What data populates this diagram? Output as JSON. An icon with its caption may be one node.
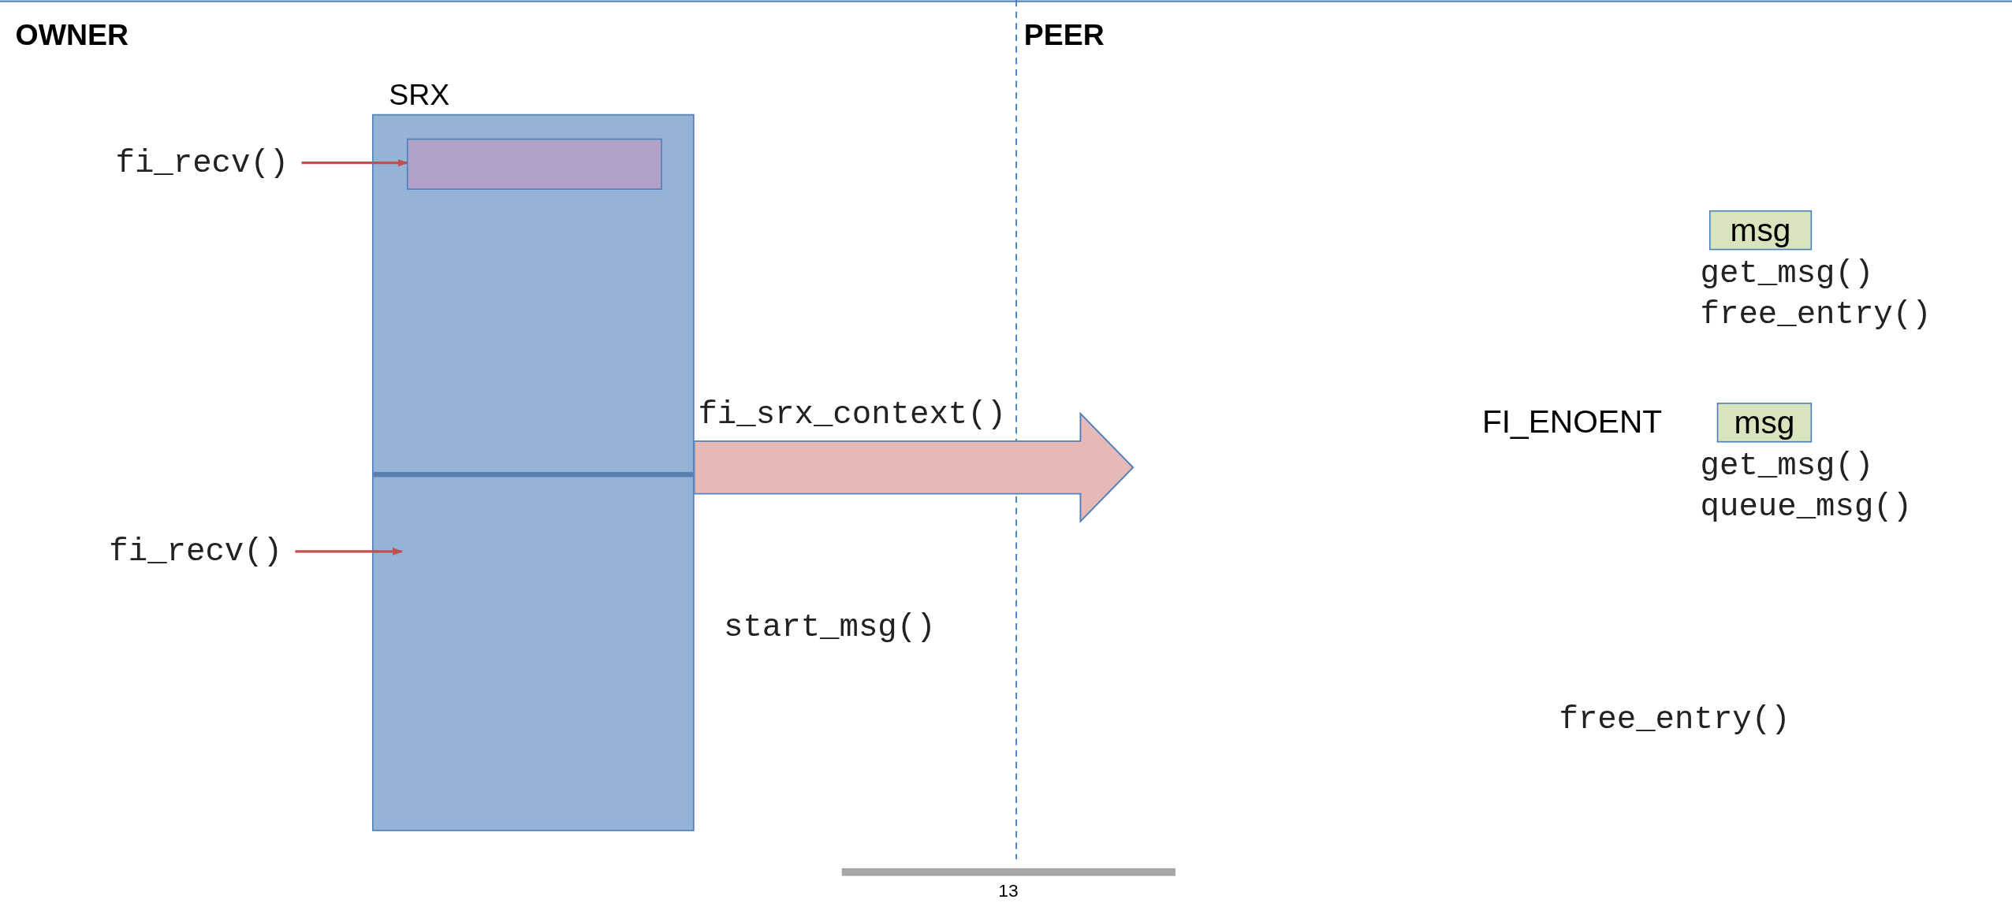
{
  "diagram": {
    "nodes": [
      {
        "text": [
          "SRX"
        ]
      },
      {
        "text": [],
        "shape": "box",
        "in": 0
      },
      {
        "text": [
          "fi_recv()"
        ]
      },
      {
        "text": [
          "fi_recv()"
        ]
      },
      {
        "text": [
          "msg"
        ],
        "beside": [
          "get_msg()",
          "free_entry()"
        ]
      },
      {
        "text": [
          "msg"
        ],
        "beside": [
          "get_msg()",
          "queue_msg()"
        ]
      }
    ],
    "edges": [
      {
        "from": 2,
        "to": 1,
        "arrow": "to"
      },
      {
        "from": 3,
        "to": 0,
        "arrow": "to"
      },
      {
        "from": 0,
        "to": null,
        "arrow": "to",
        "label": "fi_srx_context()",
        "style": "thick",
        "color": "#e6b8b7"
      }
    ],
    "labels": [
      "OWNER",
      "PEER",
      "FI_ENOENT",
      "start_msg()",
      "free_entry()",
      "13"
    ]
  }
}
